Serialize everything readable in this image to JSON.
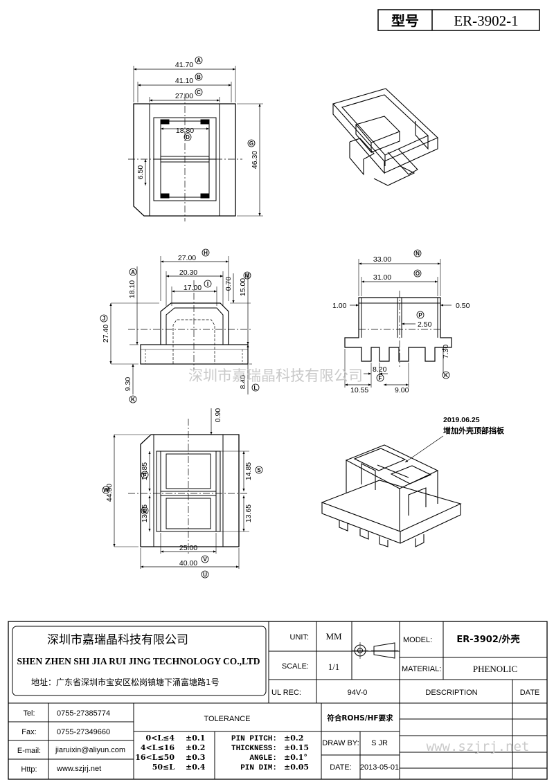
{
  "title_box": {
    "label": "型号",
    "value": "ER-3902-1"
  },
  "watermark": "深圳市嘉瑞晶科技有限公司",
  "watermark_web": "www.szjrj.net",
  "note": {
    "date": "2019.06.25",
    "text": "增加外壳顶部挡板"
  },
  "dims": {
    "top_view": {
      "w1": "41.70",
      "w2": "41.10",
      "w3": "27.00",
      "w4": "18.80",
      "h1": "46.30",
      "h2": "6.50",
      "c_a": "A",
      "c_b": "B",
      "c_c": "C",
      "c_d": "D",
      "c_g": "G"
    },
    "front_view": {
      "w1": "27.00",
      "w2": "20.30",
      "w3": "17.00",
      "h_top": "18.10",
      "h_total": "27.40",
      "h_bot": "9.30",
      "t1": "0.70",
      "h_right": "15.00",
      "h_right_bot": "8.40",
      "c_h": "H",
      "c_i": "I",
      "c_a": "A",
      "c_j": "J",
      "c_k": "K",
      "c_m": "M",
      "c_l": "L"
    },
    "side_view": {
      "w1": "33.00",
      "w2": "31.00",
      "l1": "1.00",
      "r1": "0.50",
      "p1": "2.50",
      "h1": "7.30",
      "b1": "8.20",
      "b2": "10.55",
      "b3": "9.00",
      "c_n": "N",
      "c_o": "O",
      "c_p": "P",
      "c_k": "K",
      "c_f": "F"
    },
    "bottom_view": {
      "t1": "0.90",
      "h1": "14.85",
      "h2": "13.65",
      "hr1": "14.85",
      "hr2": "13.65",
      "h_total": "44.50",
      "w1": "25.00",
      "w2": "40.00",
      "c_w": "W",
      "c_f": "F",
      "c_e": "E",
      "c_s": "S",
      "c_v": "V",
      "c_u": "U"
    }
  },
  "title_block": {
    "company_cn": "深圳市嘉瑞晶科技有限公司",
    "company_en": "SHEN ZHEN SHI   JIA RUI JING   TECHNOLOGY CO.,LTD",
    "address": "地址：广东省深圳市宝安区松岗镇塘下涌富塘路1号",
    "unit_label": "UNIT:",
    "unit_value": "MM",
    "scale_label": "SCALE:",
    "scale_value": "1/1",
    "ulrec_label": "UL REC:",
    "ulrec_value": "94V-0",
    "model_label": "MODEL:",
    "model_value": "ER-3902/外壳",
    "material_label": "MATERIAL:",
    "material_value": "PHENOLIC",
    "description_label": "DESCRIPTION",
    "date_label": "DATE",
    "tel_label": "Tel:",
    "tel_value": "0755-27385774",
    "fax_label": "Fax:",
    "fax_value": "0755-27349660",
    "email_label": "E-mail:",
    "email_value": "jiaruixin@aliyun.com",
    "http_label": "Http:",
    "http_value": "www.szjrj.net",
    "tolerance_label": "TOLERANCE",
    "tol_rows": [
      {
        "range": "0<L≤4",
        "val": "±0.1"
      },
      {
        "range": "4<L≤16",
        "val": "±0.2"
      },
      {
        "range": "16<L≤50",
        "val": "±0.3"
      },
      {
        "range": "50≤L",
        "val": "±0.4"
      }
    ],
    "pin_rows": [
      {
        "label": "PIN PITCH:",
        "val": "±0.2"
      },
      {
        "label": "THICKNESS:",
        "val": "±0.15"
      },
      {
        "label": "ANGLE:",
        "val": "±0.1°"
      },
      {
        "label": "PIN DIM:",
        "val": "±0.05"
      }
    ],
    "rohs": "符合ROHS/HF要求",
    "draw_by_label": "DRAW BY:",
    "draw_by_value": "S JR",
    "date_field_label": "DATE:",
    "date_field_value": "2013-05-01"
  }
}
